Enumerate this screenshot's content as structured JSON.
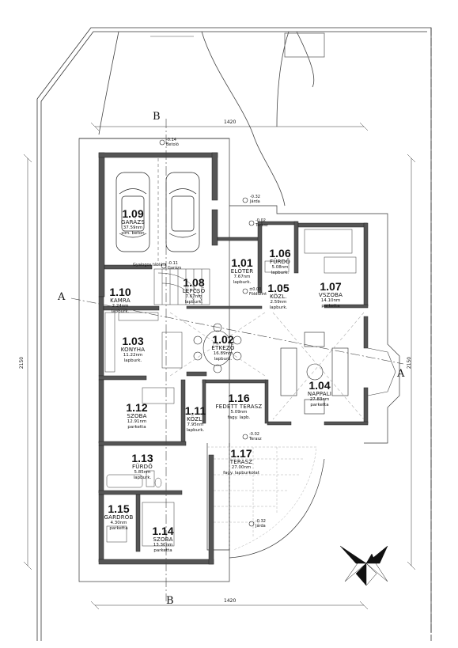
{
  "rooms": [
    {
      "num": "1.09",
      "name": "GARÁZS",
      "area": "37.59nm",
      "floor": "sim. beton"
    },
    {
      "num": "1.01",
      "name": "ELŐTÉR",
      "area": "7.67nm",
      "floor": "lapburk."
    },
    {
      "num": "1.06",
      "name": "FÜRDŐ",
      "area": "5.08nm",
      "floor": "lapburk."
    },
    {
      "num": "1.07",
      "name": "VSZOBA",
      "area": "14.10nm",
      "floor": "parketta"
    },
    {
      "num": "1.08",
      "name": "LÉPCSŐ",
      "area": "7.67nm",
      "floor": "lapburk."
    },
    {
      "num": "1.05",
      "name": "KÖZL.",
      "area": "2.59nm",
      "floor": "lapburk."
    },
    {
      "num": "1.10",
      "name": "KAMRA",
      "area": "2.24nm",
      "floor": "lapburk."
    },
    {
      "num": "1.03",
      "name": "KONYHA",
      "area": "11.22nm",
      "floor": "lapburk."
    },
    {
      "num": "1.02",
      "name": "ÉTKEZŐ",
      "area": "16.89nm",
      "floor": "lapburk."
    },
    {
      "num": "1.04",
      "name": "NAPPALI",
      "area": "27.83nm",
      "floor": "parketta"
    },
    {
      "num": "1.12",
      "name": "SZOBA",
      "area": "12.91nm",
      "floor": "parketta"
    },
    {
      "num": "1.11",
      "name": "KÖZL.",
      "area": "7.95nm",
      "floor": "lapburk."
    },
    {
      "num": "1.16",
      "name": "FEDETT TERASZ",
      "area": "5.09nm",
      "floor": "fagy. lapb."
    },
    {
      "num": "1.17",
      "name": "TERASZ",
      "area": "27.00nm",
      "floor": "fagy. lapburkolat"
    },
    {
      "num": "1.13",
      "name": "FÜRDŐ",
      "area": "5.85nm",
      "floor": "lapburk."
    },
    {
      "num": "1.15",
      "name": "GARDRÓB",
      "area": "4.30nm",
      "floor": "parketta"
    },
    {
      "num": "1.14",
      "name": "SZOBA",
      "area": "13.30nm",
      "floor": "parketta"
    }
  ],
  "levels": [
    {
      "value": "-0.14",
      "note": "Betoló"
    },
    {
      "value": "-0.32",
      "note": "Járda"
    },
    {
      "value": "-0.02",
      "note": "Terasz"
    },
    {
      "value": "-0.11",
      "note": "Garázs"
    },
    {
      "value": "±0.00",
      "note": "Földszint"
    },
    {
      "value": "-0.02",
      "note": "Terasz"
    },
    {
      "value": "-0.32",
      "note": "Járda"
    }
  ],
  "notes": {
    "gate": "Gyalogos táblára",
    "dim_top": "1420",
    "dim_bottom": "1420",
    "dim_left": "2150",
    "dim_right": "2150",
    "section_a_left": "A",
    "section_a_right": "A",
    "section_b_top": "B",
    "section_b_bottom": "B"
  },
  "colors": {
    "wall": "#555555",
    "line": "#222222",
    "hatch": "#9a9a9a"
  }
}
